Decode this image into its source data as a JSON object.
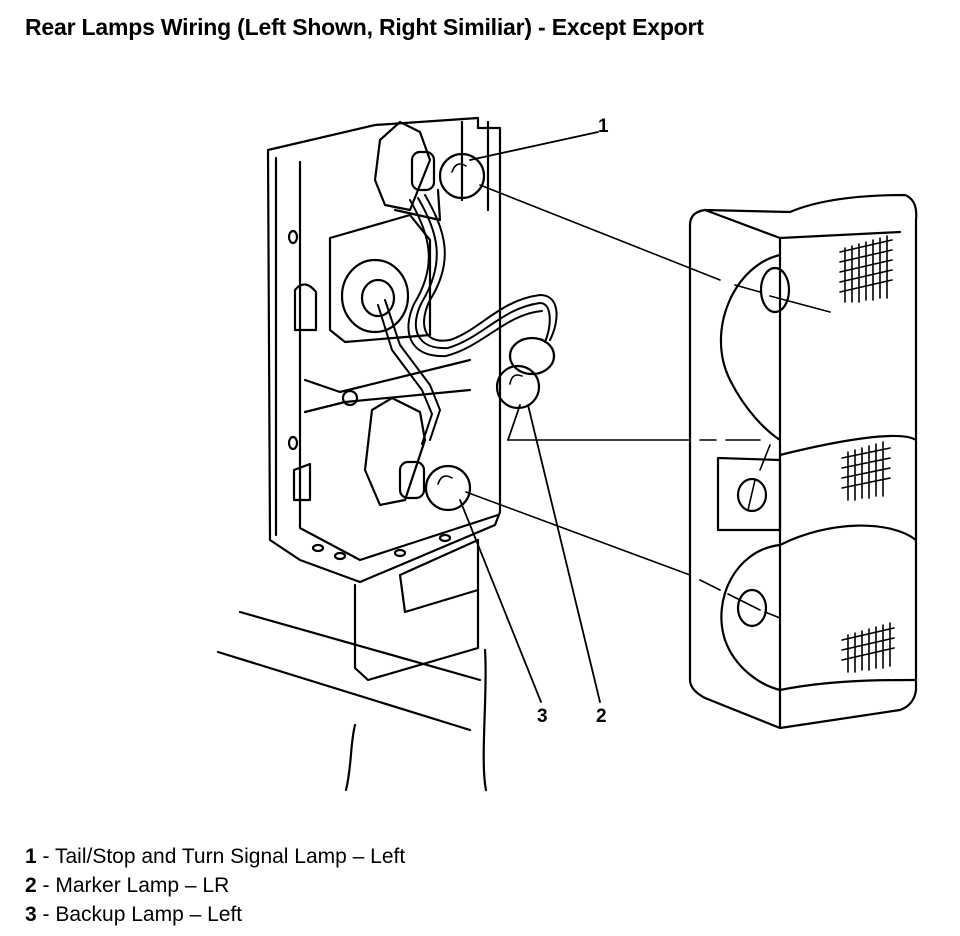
{
  "title": "Rear Lamps Wiring (Left Shown, Right Similiar) - Except Export",
  "callouts": [
    "1",
    "2",
    "3"
  ],
  "legend": [
    {
      "num": "1",
      "sep": " - ",
      "text": "Tail/Stop and Turn Signal Lamp – Left"
    },
    {
      "num": "2",
      "sep": " - ",
      "text": "Marker Lamp – LR"
    },
    {
      "num": "3",
      "sep": " - ",
      "text": "Backup Lamp – Left"
    }
  ],
  "colors": {
    "ink": "#000000",
    "paper": "#ffffff"
  }
}
